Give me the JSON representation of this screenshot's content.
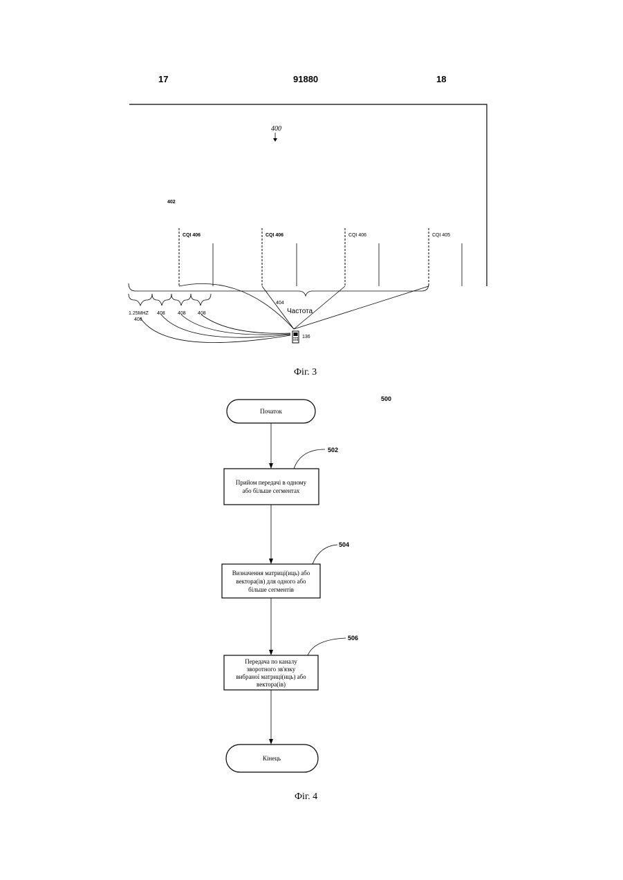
{
  "header": {
    "left_page": "17",
    "patent_number": "91880",
    "right_page": "18"
  },
  "fig3": {
    "ref_400": "400",
    "ref_402": "402",
    "cqi_labels": [
      "CQI 406",
      "CQI 406",
      "CQI 406",
      "CQI 405"
    ],
    "ref_404": "404",
    "frequency_label": "Частота",
    "bandwidth_label": "1.25MHZ",
    "ref_408_main": "408",
    "segment_labels": [
      "408",
      "408",
      "408"
    ],
    "device_ref": "136",
    "caption": "Фіг. 3"
  },
  "fig4": {
    "ref_500": "500",
    "start_label": "Початок",
    "step1_ref": "502",
    "step1_lines": [
      "Прийом передачі в одному",
      "або більше сегментах"
    ],
    "step2_ref": "504",
    "step2_lines": [
      "Визначення матриці(иць) або",
      "вектора(ів) для одного або",
      "більше сегментів"
    ],
    "step3_ref": "506",
    "step3_lines": [
      "Передача по каналу",
      "зворотного зв'язку",
      "вибраної матриці(иць) або",
      "вектора(ів)"
    ],
    "end_label": "Кінець",
    "caption": "Фіг. 4"
  }
}
